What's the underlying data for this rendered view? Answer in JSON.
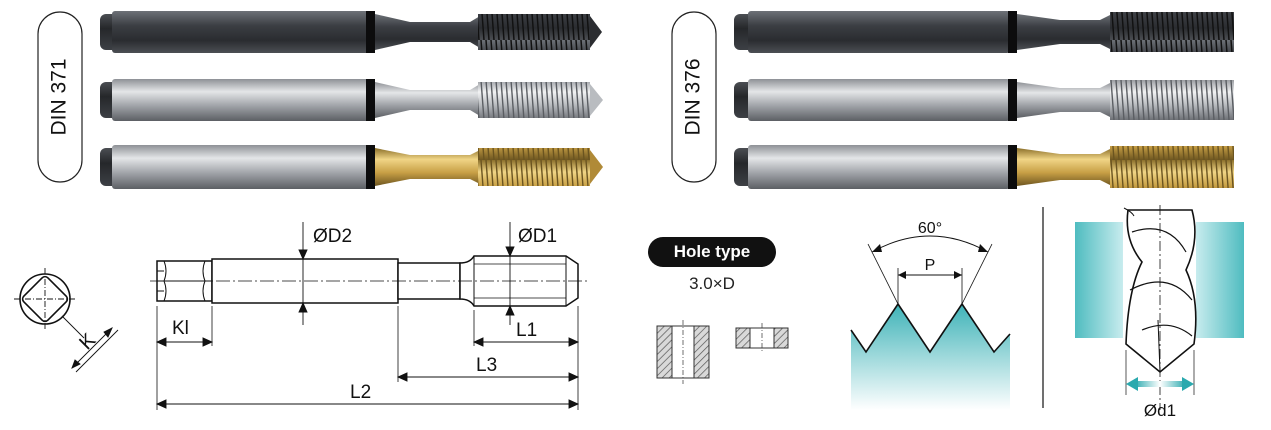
{
  "standards": {
    "left": "DIN 371",
    "right": "DIN 376"
  },
  "dimensions": {
    "d2": "ØD2",
    "d1": "ØD1",
    "kl": "Kl",
    "k": "K",
    "l1": "L1",
    "l2": "L2",
    "l3": "L3"
  },
  "hole": {
    "badge": "Hole type",
    "ratio": "3.0×D"
  },
  "thread": {
    "angle": "60°",
    "pitch": "P"
  },
  "drill": {
    "diameter": "Ød1"
  },
  "colors": {
    "tap_dark": "#3a3d42",
    "tap_bright": "#b9bcc0",
    "tap_tin": "#c9a64a",
    "teal": "#3fb3b8"
  }
}
